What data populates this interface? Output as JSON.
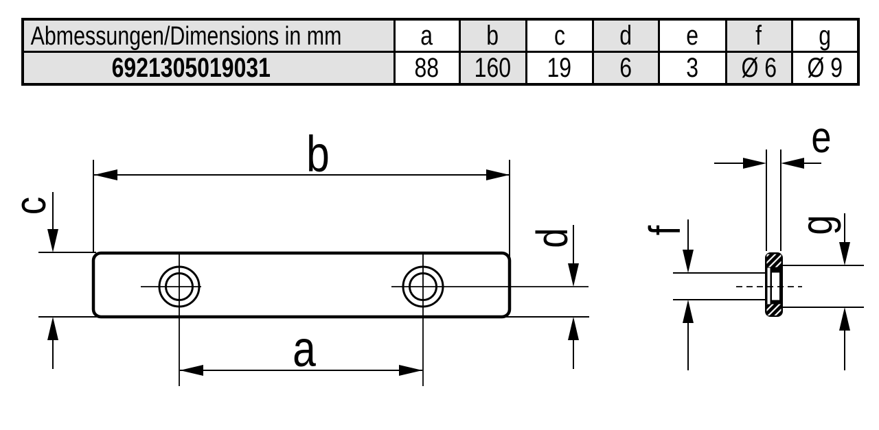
{
  "table": {
    "header_label": "Abmessungen/Dimensions in mm",
    "part_number": "6921305019031",
    "columns": [
      {
        "key": "a",
        "value": "88"
      },
      {
        "key": "b",
        "value": "160"
      },
      {
        "key": "c",
        "value": "19"
      },
      {
        "key": "d",
        "value": "6"
      },
      {
        "key": "e",
        "value": "3"
      },
      {
        "key": "f",
        "value": "Ø 6"
      },
      {
        "key": "g",
        "value": "Ø 9"
      }
    ]
  },
  "drawing": {
    "labels": {
      "a": "a",
      "b": "b",
      "c": "c",
      "d": "d",
      "e": "e",
      "f": "f",
      "g": "g"
    }
  },
  "colors": {
    "line": "#000000",
    "table_shade": "#e2e2e2"
  }
}
